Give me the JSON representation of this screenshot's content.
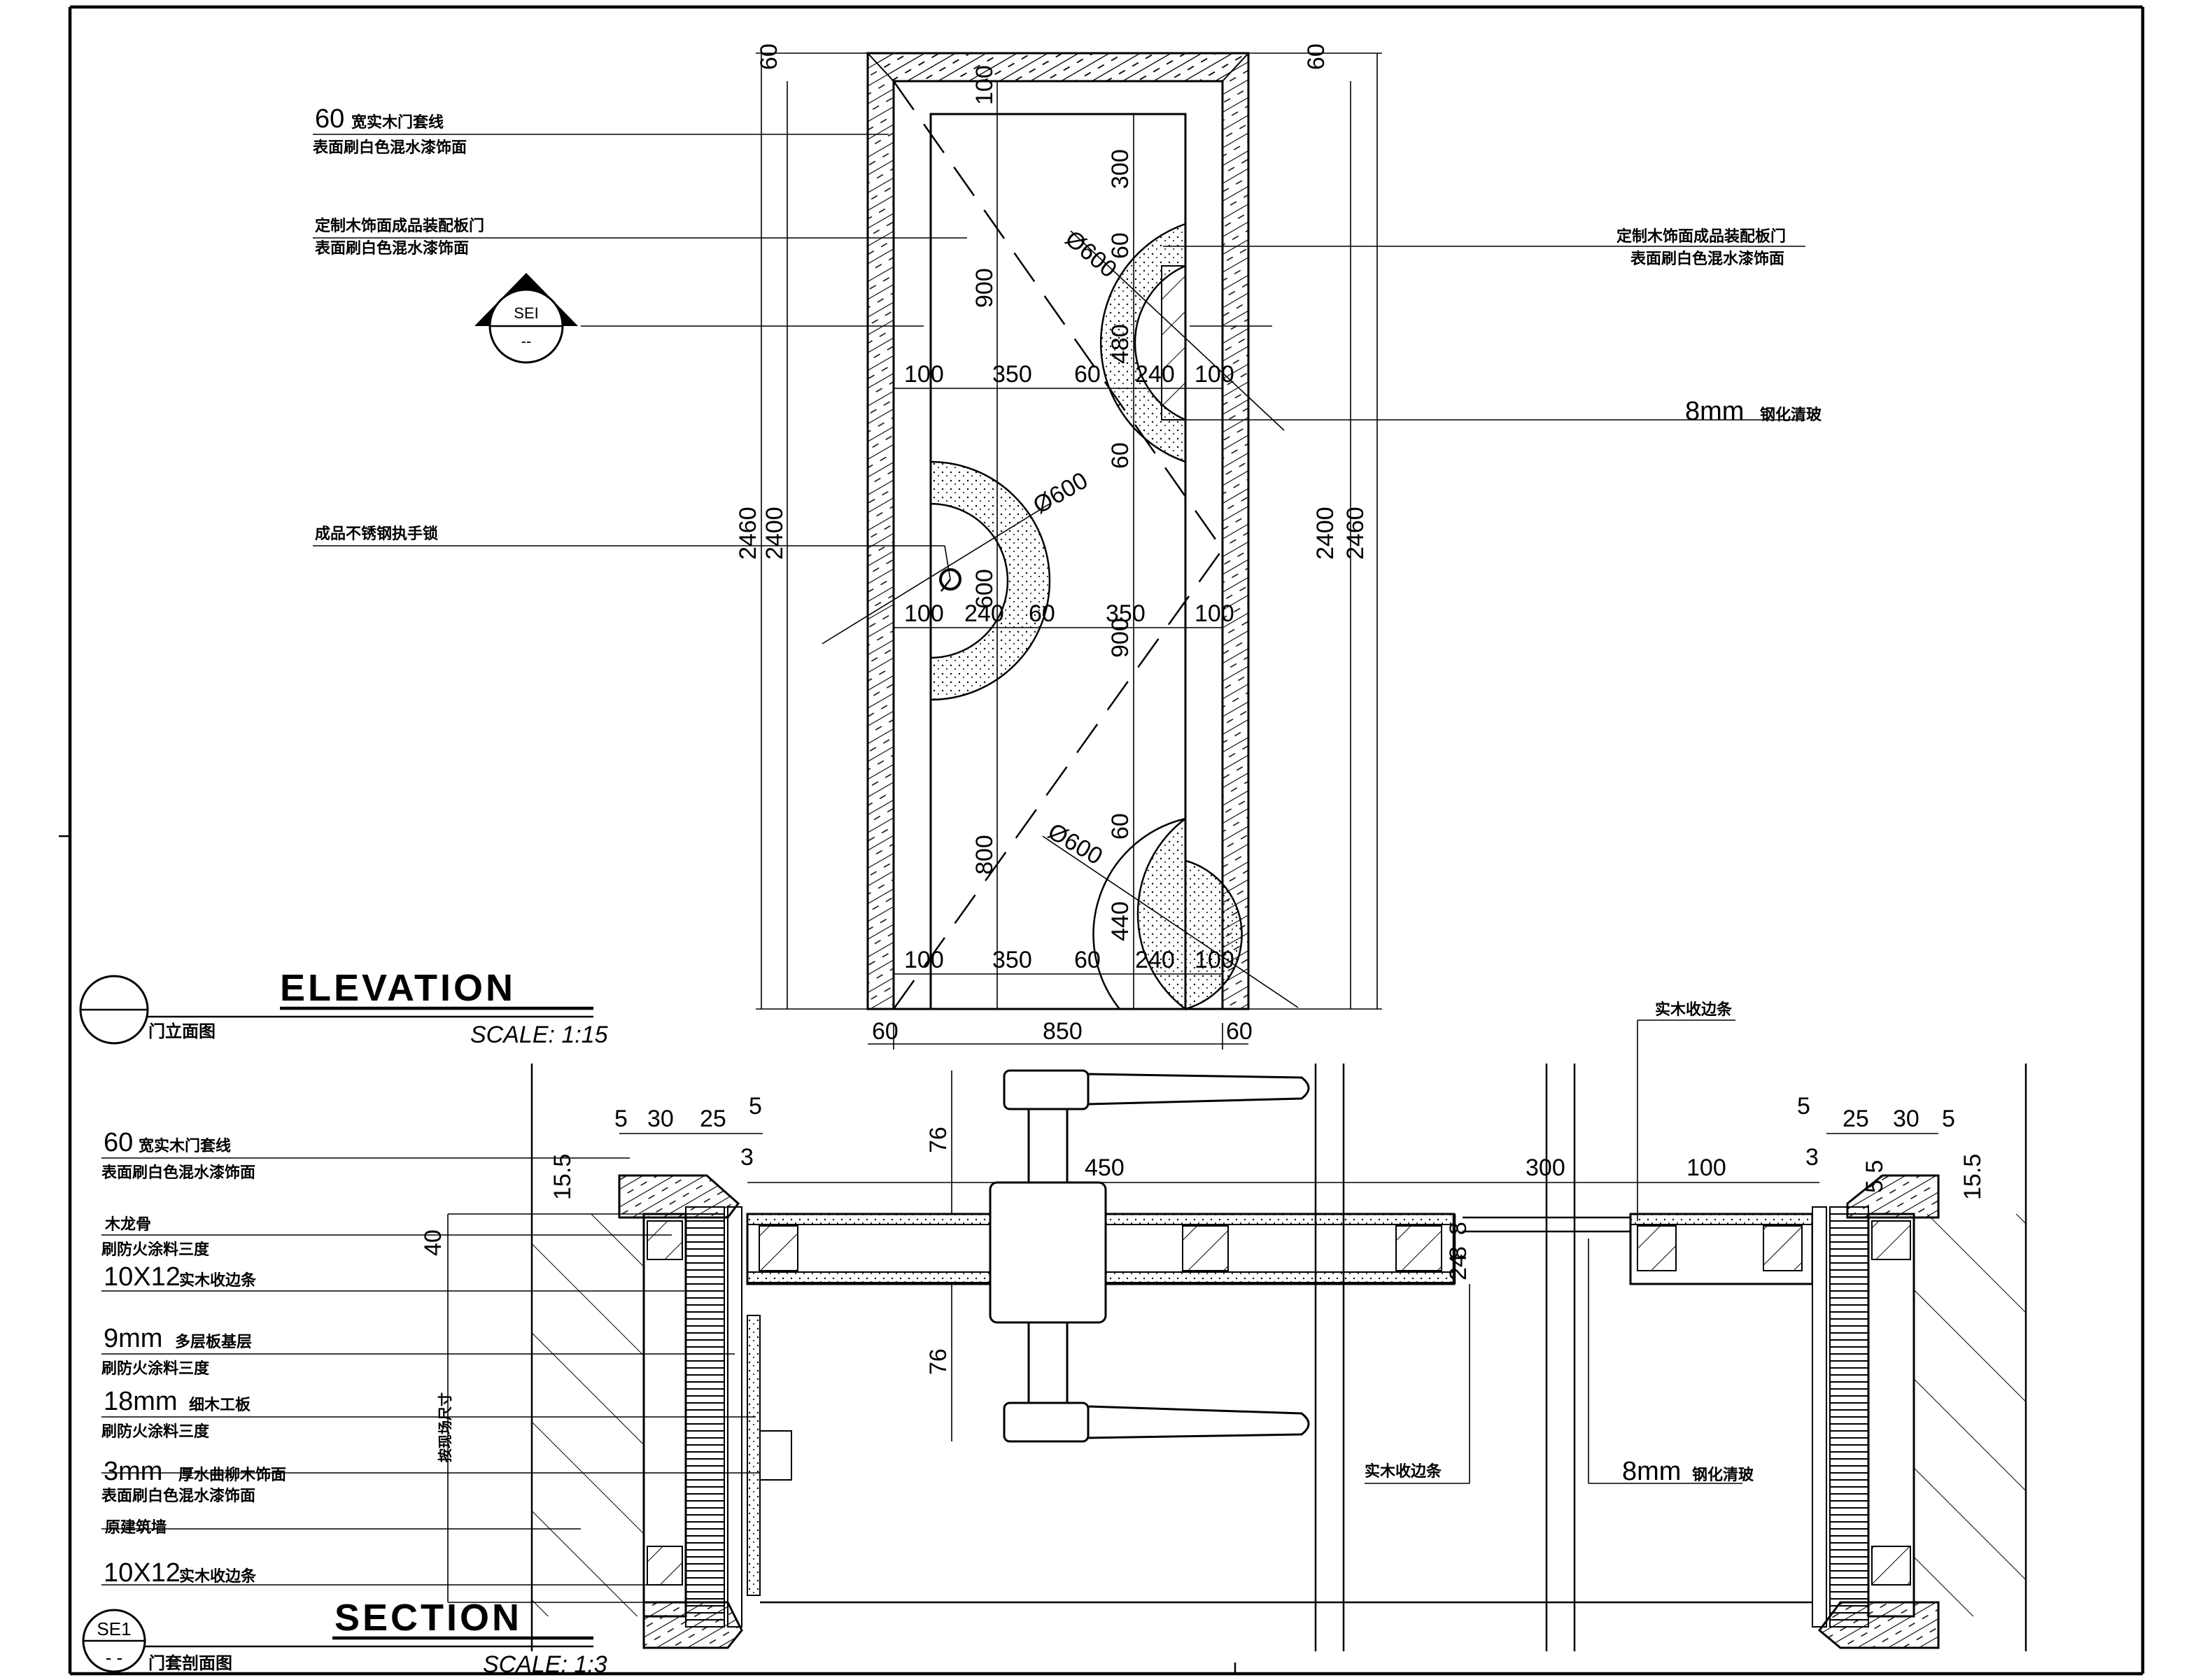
{
  "elevation": {
    "title": "ELEVATION",
    "scale": "SCALE:  1:15",
    "subtitle": "门立面图",
    "section_mark": "SEI",
    "section_mark_sub": "--",
    "labels": {
      "frame_line_size": "60",
      "frame_line_text": "宽实木门套线",
      "frame_line_finish": "表面刷白色混水漆饰面",
      "door_left_1": "定制木饰面成品装配板门",
      "door_left_2": "表面刷白色混水漆饰面",
      "door_right_1": "定制木饰面成品装配板门",
      "door_right_2": "表面刷白色混水漆饰面",
      "glass_size": "8mm",
      "glass_text": "钢化清玻",
      "lock": "成品不锈钢执手锁"
    },
    "dims": {
      "top_left": "60",
      "top_right": "60",
      "top_100": "100",
      "d300": "300",
      "d900a": "900",
      "d900b": "900",
      "d800": "800",
      "dia1": "Ø600",
      "dia2": "Ø600",
      "dia3": "Ø600",
      "d60a": "60",
      "d60b": "60",
      "d60c": "60",
      "d480": "480",
      "d440": "440",
      "d600": "600",
      "h2460L": "2460",
      "h2400L": "2400",
      "h2400R": "2400",
      "h2460R": "2460",
      "row1": [
        "100",
        "350",
        "60",
        "240",
        "100"
      ],
      "row2": [
        "100",
        "240",
        "60",
        "350",
        "100"
      ],
      "row3": [
        "100",
        "350",
        "60",
        "240",
        "100"
      ],
      "bottom": [
        "60",
        "850",
        "60"
      ]
    }
  },
  "section": {
    "title": "SECTION",
    "scale": "SCALE:  1:3",
    "subtitle": "门套剖面图",
    "mark": "SE1",
    "mark_sub": "- -",
    "labels": {
      "l1_size": "60",
      "l1_text": "宽实木门套线",
      "l1_finish": "表面刷白色混水漆饰面",
      "l2_text": "木龙骨",
      "l2_finish": "刷防火涂料三度",
      "l3_size": "10X12",
      "l3_text": "实木收边条",
      "l4_size": "9mm",
      "l4_text": "多层板基层",
      "l4_finish": "刷防火涂料三度",
      "l5_size": "18mm",
      "l5_text": "细木工板",
      "l5_finish": "刷防火涂料三度",
      "l6_size": "3mm",
      "l6_text": "厚水曲柳木饰面",
      "l6_finish": "表面刷白色混水漆饰面",
      "l7_text": "原建筑墙",
      "l8_size": "10X12",
      "l8_text": "实木收边条",
      "wall_dim": "按现场尺寸",
      "strip_top": "实木收边条",
      "strip_bottom": "实木收边条",
      "glass_size": "8mm",
      "glass_text": "钢化清玻"
    },
    "dims": {
      "left_top": [
        "5",
        "30",
        "25",
        "5"
      ],
      "left_3": "3",
      "left_15_5": "15.5",
      "left_40": "40",
      "d76a": "76",
      "d76b": "76",
      "d450": "450",
      "d300": "300",
      "d100": "100",
      "d8": "8",
      "d8b": "8",
      "d24": "24",
      "right_top": [
        "5",
        "25",
        "30",
        "5"
      ],
      "right_3": "3",
      "right_15_5": "15.5",
      "right_5_5": "5.5"
    }
  }
}
